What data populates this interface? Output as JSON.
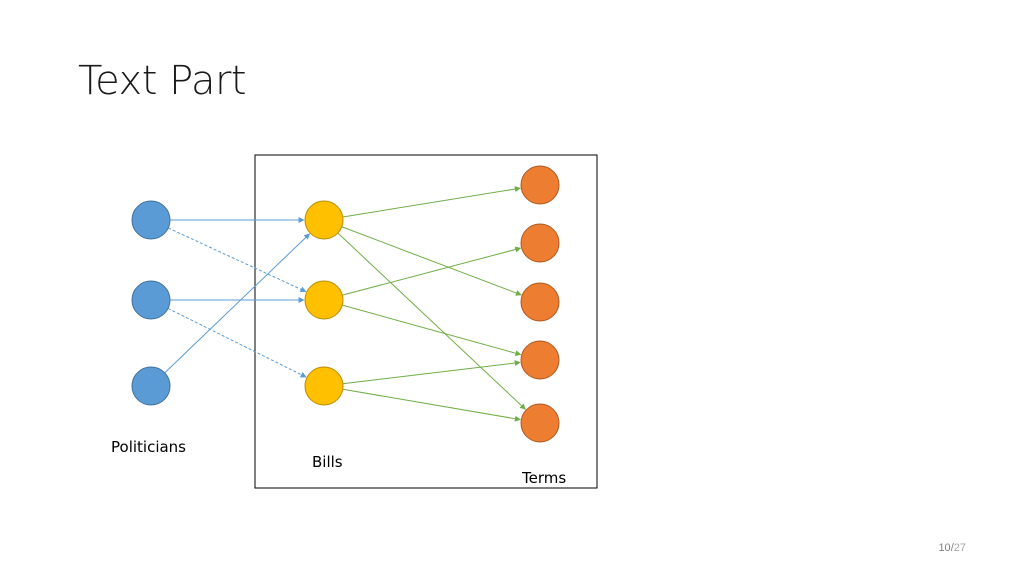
{
  "slide": {
    "title": "Text Part",
    "page_current": "10",
    "page_separator": "/",
    "page_total": "27"
  },
  "diagram": {
    "labels": {
      "politicians": "Politicians",
      "bills": "Bills",
      "terms": "Terms"
    },
    "colors": {
      "politician": "#5b9bd5",
      "bill": "#ffc000",
      "term": "#ed7d31",
      "politician_edge": "#5b9bd5",
      "term_edge": "#70ad47",
      "box": "#000000"
    },
    "nodes": {
      "politicians": [
        "p1",
        "p2",
        "p3"
      ],
      "bills": [
        "b1",
        "b2",
        "b3"
      ],
      "terms": [
        "t1",
        "t2",
        "t3",
        "t4",
        "t5"
      ]
    },
    "edges": [
      {
        "from": "p1",
        "to": "b1",
        "style": "solid",
        "kind": "politician"
      },
      {
        "from": "p1",
        "to": "b2",
        "style": "dashed",
        "kind": "politician"
      },
      {
        "from": "p2",
        "to": "b2",
        "style": "solid",
        "kind": "politician"
      },
      {
        "from": "p2",
        "to": "b3",
        "style": "dashed",
        "kind": "politician"
      },
      {
        "from": "p3",
        "to": "b1",
        "style": "solid",
        "kind": "politician"
      },
      {
        "from": "b1",
        "to": "t1",
        "style": "solid",
        "kind": "term"
      },
      {
        "from": "b1",
        "to": "t3",
        "style": "solid",
        "kind": "term"
      },
      {
        "from": "b1",
        "to": "t5",
        "style": "solid",
        "kind": "term"
      },
      {
        "from": "b2",
        "to": "t2",
        "style": "solid",
        "kind": "term"
      },
      {
        "from": "b2",
        "to": "t4",
        "style": "solid",
        "kind": "term"
      },
      {
        "from": "b3",
        "to": "t4",
        "style": "solid",
        "kind": "term"
      },
      {
        "from": "b3",
        "to": "t5",
        "style": "solid",
        "kind": "term"
      }
    ]
  }
}
